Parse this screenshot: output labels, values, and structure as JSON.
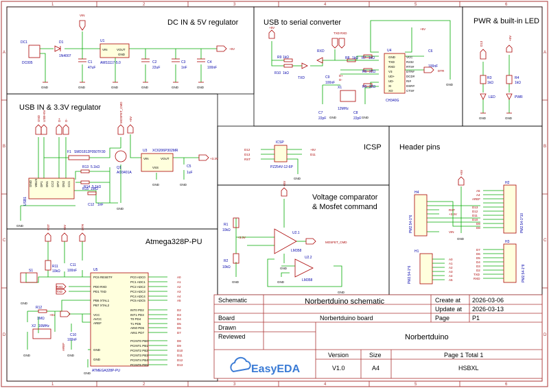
{
  "border": {
    "columns": [
      "1",
      "2",
      "3",
      "4",
      "5",
      "6"
    ],
    "rows": [
      "A",
      "B",
      "C",
      "D"
    ]
  },
  "sections": {
    "dc_in": "DC IN & 5V regulator",
    "usb_serial": "USB to serial converter",
    "pwr_led": "PWR & built-in LED",
    "usb_in": "USB IN & 3.3V regulator",
    "icsp": "ICSP",
    "header_pins": "Header pins",
    "voltage_comp": "Voltage comparator",
    "voltage_comp_2": "& Mosfet command",
    "atmega": "Atmega328P-PU"
  },
  "components": {
    "dc1": "DC1",
    "dc005": "DC005",
    "d1": "D1",
    "d1_val": "1N4007",
    "u1": "U1",
    "u1_val": "AMS1117-5.0",
    "c1": "C1",
    "c1_val": "47uF",
    "c2": "C2",
    "c2_val": "22uF",
    "c3": "C3",
    "c3_val": "1nF",
    "c4": "C4",
    "c4_val": "100nF",
    "vin": "VIN",
    "plus5v": "+5V",
    "gnd": "GND",
    "u4": "U4",
    "u4_val": "CH340G",
    "r9": "R9",
    "r10": "R10",
    "r8": "R8",
    "r7": "R7",
    "r6": "R6",
    "r5": "R5",
    "c6": "C6",
    "c9": "C9",
    "c7": "C7",
    "c8": "C8",
    "x1": "X1",
    "x1_val": "12MHz",
    "txd": "TXD",
    "rxd": "RXD",
    "dtr": "DTR",
    "d13": "D13",
    "r3": "R3",
    "r4": "R4",
    "led": "LED",
    "pwr": "PWR",
    "usb1": "USB1",
    "f1": "F1",
    "f1_val": "SMD1812P050TF30",
    "u3": "U3",
    "u3_val": "XC6206P302MR",
    "q1": "Q1",
    "q1_val": "AO3401A",
    "r13": "R13",
    "r14": "R14",
    "r15": "R15",
    "c12": "C12",
    "c5": "C5",
    "plus3v3": "+3.3V",
    "mosfet_cmd": "MOSFET_CMD",
    "icsp": "ICSP",
    "icsp_val": "PZ254V-12-6P",
    "r1": "R1",
    "r2": "R2",
    "u2_1": "U2.1",
    "u2_2": "U2.2",
    "lm358": "LM358",
    "h1": "H1",
    "h2": "H2",
    "h3": "H3",
    "h4": "H4",
    "u5": "U5",
    "u5_val": "ATMEGA328P-PU",
    "r11": "R11",
    "c11": "C11",
    "s1": "S1",
    "r12": "R12",
    "x2": "X2",
    "x2_val": "16MHz",
    "c10": "C10",
    "rst": "RST",
    "aref": "AREF",
    "val_10k": "10kΩ",
    "val_1k": "1kΩ",
    "val_100nf": "100nF",
    "val_1nf": "1nF",
    "val_22pf": "22pF",
    "val_22ohm": "22Ω",
    "val_1mohm": "1MΩ",
    "val_5_1k": "5.1kΩ",
    "val_1uf": "1uF"
  },
  "title_block": {
    "schematic_label": "Schematic",
    "schematic_name": "Norbertduino schematic",
    "create_label": "Create at",
    "create_date": "2026-03-06",
    "update_label": "Update at",
    "update_date": "2026-03-13",
    "board_label": "Board",
    "board_name": "Norbertduino board",
    "page_label": "Page",
    "page_value": "P1",
    "drawn_label": "Drawn",
    "reviewed_label": "Reviewed",
    "project_name": "Norbertduino",
    "version_label": "Version",
    "version_value": "V1.0",
    "size_label": "Size",
    "size_value": "A4",
    "page_total": "Page  1  Total  1",
    "author": "HSBXL",
    "logo_text": "EasyEDA"
  }
}
